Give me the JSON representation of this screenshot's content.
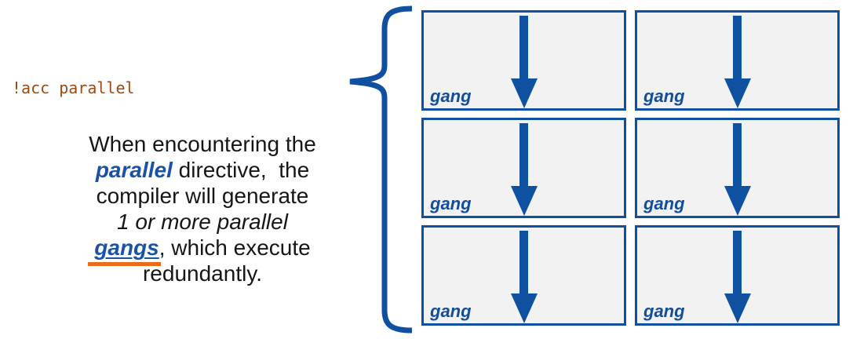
{
  "code_label": "!acc parallel",
  "paragraph": {
    "line1": "When encountering the",
    "parallel_word": "parallel",
    "line2_rest": " directive,  the",
    "line3": "compiler will generate",
    "line4_italic": "1 or more parallel",
    "gangs_word": "gangs",
    "line5_rest": ", which execute",
    "line6": "redundantly."
  },
  "diagram": {
    "rows": 3,
    "columns": 2,
    "boxes": [
      {
        "label": "gang"
      },
      {
        "label": "gang"
      },
      {
        "label": "gang"
      },
      {
        "label": "gang"
      },
      {
        "label": "gang"
      },
      {
        "label": "gang"
      }
    ]
  },
  "icons": {
    "brace": "left-curly-brace-icon",
    "arrow": "down-arrow-icon"
  },
  "colors": {
    "graphic_blue": "#1050a0",
    "text_blue": "#1a53a6",
    "gang_label_blue": "#124e9c",
    "orange_underline": "#ec6a1a",
    "code_brown": "#9e4a10",
    "box_background": "#f2f2f2",
    "body_text": "#161616",
    "page_background": "#ffffff"
  }
}
